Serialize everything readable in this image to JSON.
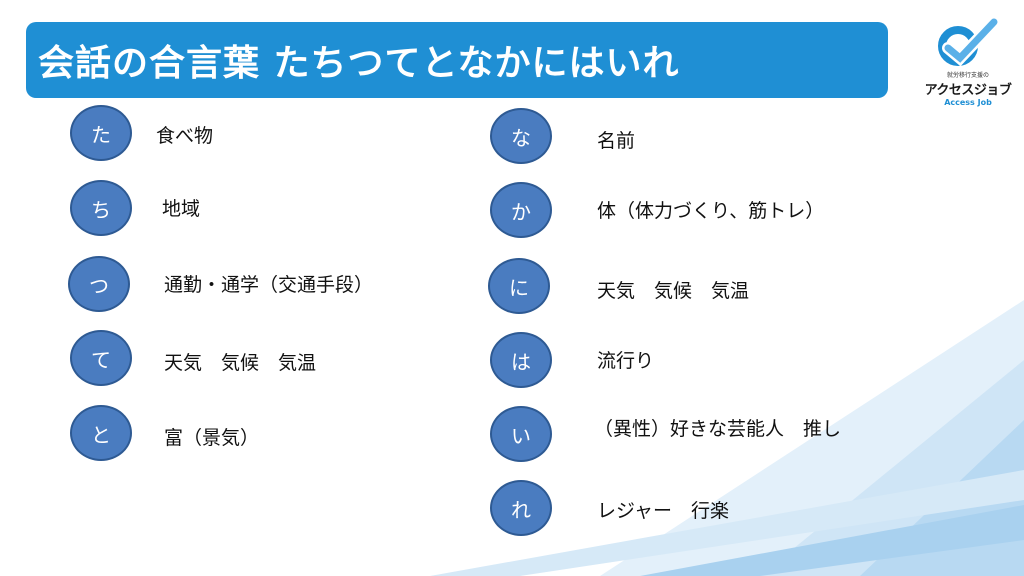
{
  "title": "会話の合言葉 たちつてとなかにはいれ",
  "logo": {
    "tagline": "就労移行支援の",
    "name": "アクセスジョブ",
    "sub": "Access Job"
  },
  "colors": {
    "title_bar": "#1f8fd4",
    "circle_fill": "#4a7cc0",
    "circle_border": "#2e5a93"
  },
  "left_items": [
    {
      "kana": "た",
      "text": "食べ物"
    },
    {
      "kana": "ち",
      "text": "地域"
    },
    {
      "kana": "つ",
      "text": "通勤・通学（交通手段）"
    },
    {
      "kana": "て",
      "text": "天気　気候　気温"
    },
    {
      "kana": "と",
      "text": "富（景気）"
    }
  ],
  "right_items": [
    {
      "kana": "な",
      "text": "名前"
    },
    {
      "kana": "か",
      "text": "体（体力づくり、筋トレ）"
    },
    {
      "kana": "に",
      "text": "天気　気候　気温"
    },
    {
      "kana": "は",
      "text": "流行り"
    },
    {
      "kana": "い",
      "text": "（異性）好きな芸能人　推し"
    },
    {
      "kana": "れ",
      "text": "レジャー　行楽"
    }
  ]
}
